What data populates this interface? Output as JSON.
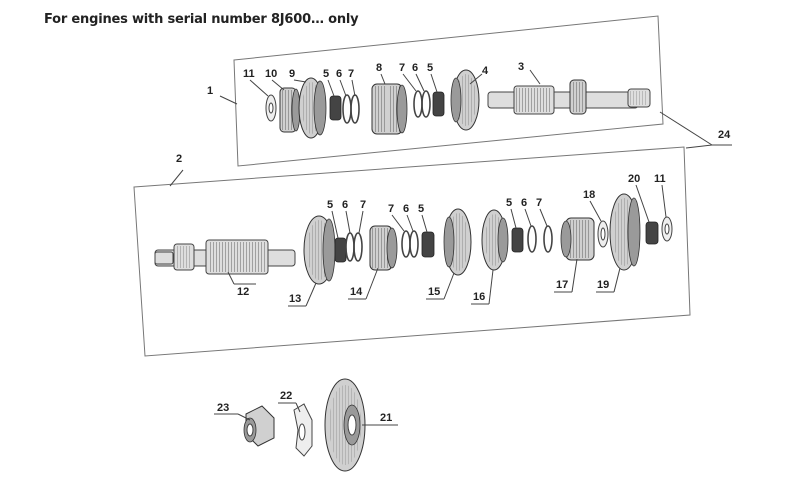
{
  "heading": "For engines with serial number 8J600… only",
  "callouts": {
    "c1": "1",
    "c2": "2",
    "c3": "3",
    "c4": "4",
    "c5": "5",
    "c6": "6",
    "c7": "7",
    "c8": "8",
    "c9": "9",
    "c10": "10",
    "c11": "11",
    "c12": "12",
    "c13": "13",
    "c14": "14",
    "c15": "15",
    "c16": "16",
    "c17": "17",
    "c18": "18",
    "c19": "19",
    "c20": "20",
    "c21": "21",
    "c22": "22",
    "c23": "23",
    "c24": "24"
  },
  "colors": {
    "line": "#444444",
    "part_fill": "#d0d0d0",
    "part_dark": "#444444",
    "background": "#ffffff"
  }
}
